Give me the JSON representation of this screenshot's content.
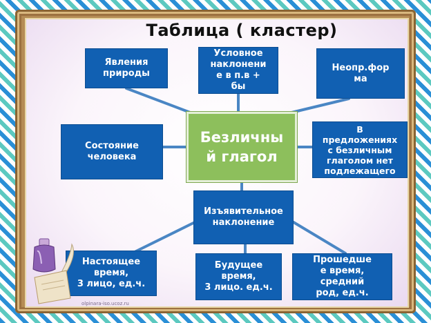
{
  "title": "Таблица ( кластер)",
  "center": "Безличны\nй глагол",
  "boxes": {
    "phenomena": "Явления\nприроды",
    "conditional": "Условное\nнаклонени\nе в п.в +\nбы",
    "infinitive": "Неопр.фор\nма",
    "state": "Состояние\nчеловека",
    "no_subject": "В\nпредложениях\nс безличным\nглаголом нет\nподлежащего",
    "indicative": "Изъявительное\nнаклонение",
    "present": "Настоящее\nвремя,\n3 лицо, ед.ч.",
    "future": "Будущее\nвремя,\n3 лицо. ед.ч.",
    "past": "Прошедше\nе время,\nсредний\nрод, ед.ч."
  },
  "footer": "olpinara-iso.ucoz.ru",
  "colors": {
    "box": "#1160b2",
    "center": "#8dbf5c",
    "link": "#4a86c4"
  }
}
